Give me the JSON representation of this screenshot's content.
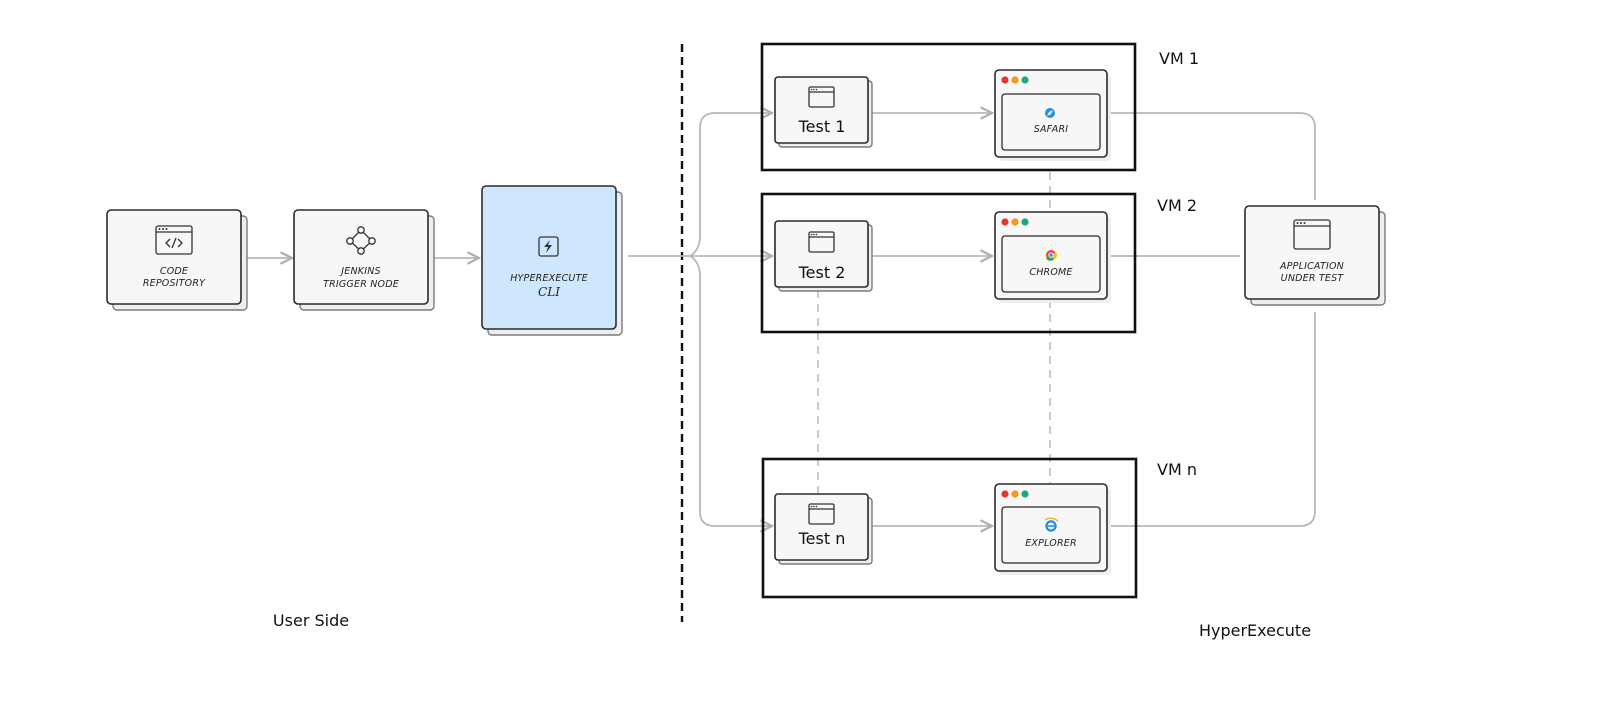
{
  "colors": {
    "highlight_card": "#cfe7fc",
    "dot_red": "#e5352c",
    "dot_orange": "#f29a1f",
    "dot_green": "#1aab7a"
  },
  "user_side": {
    "label": "User Side",
    "nodes": [
      {
        "id": "code",
        "icon": "code-window-icon",
        "line1": "CODE",
        "line2": "REPOSITORY"
      },
      {
        "id": "jenkins",
        "icon": "pipeline-nodes-icon",
        "line1": "JENKINS",
        "line2": "TRIGGER NODE"
      },
      {
        "id": "cli",
        "icon": "lightning-icon",
        "line1": "HYPEREXECUTE",
        "line2": "CLI"
      }
    ]
  },
  "hyperexecute": {
    "label": "HyperExecute",
    "vms": [
      {
        "label": "VM 1",
        "test": "Test 1",
        "browser": "SAFARI",
        "browser_icon": "safari-icon"
      },
      {
        "label": "VM 2",
        "test": "Test 2",
        "browser": "CHROME",
        "browser_icon": "chrome-icon"
      },
      {
        "label": "VM n",
        "test": "Test n",
        "browser": "EXPLORER",
        "browser_icon": "explorer-icon"
      }
    ],
    "app": {
      "icon": "app-window-icon",
      "line1": "APPLICATION",
      "line2": "UNDER TEST"
    }
  }
}
